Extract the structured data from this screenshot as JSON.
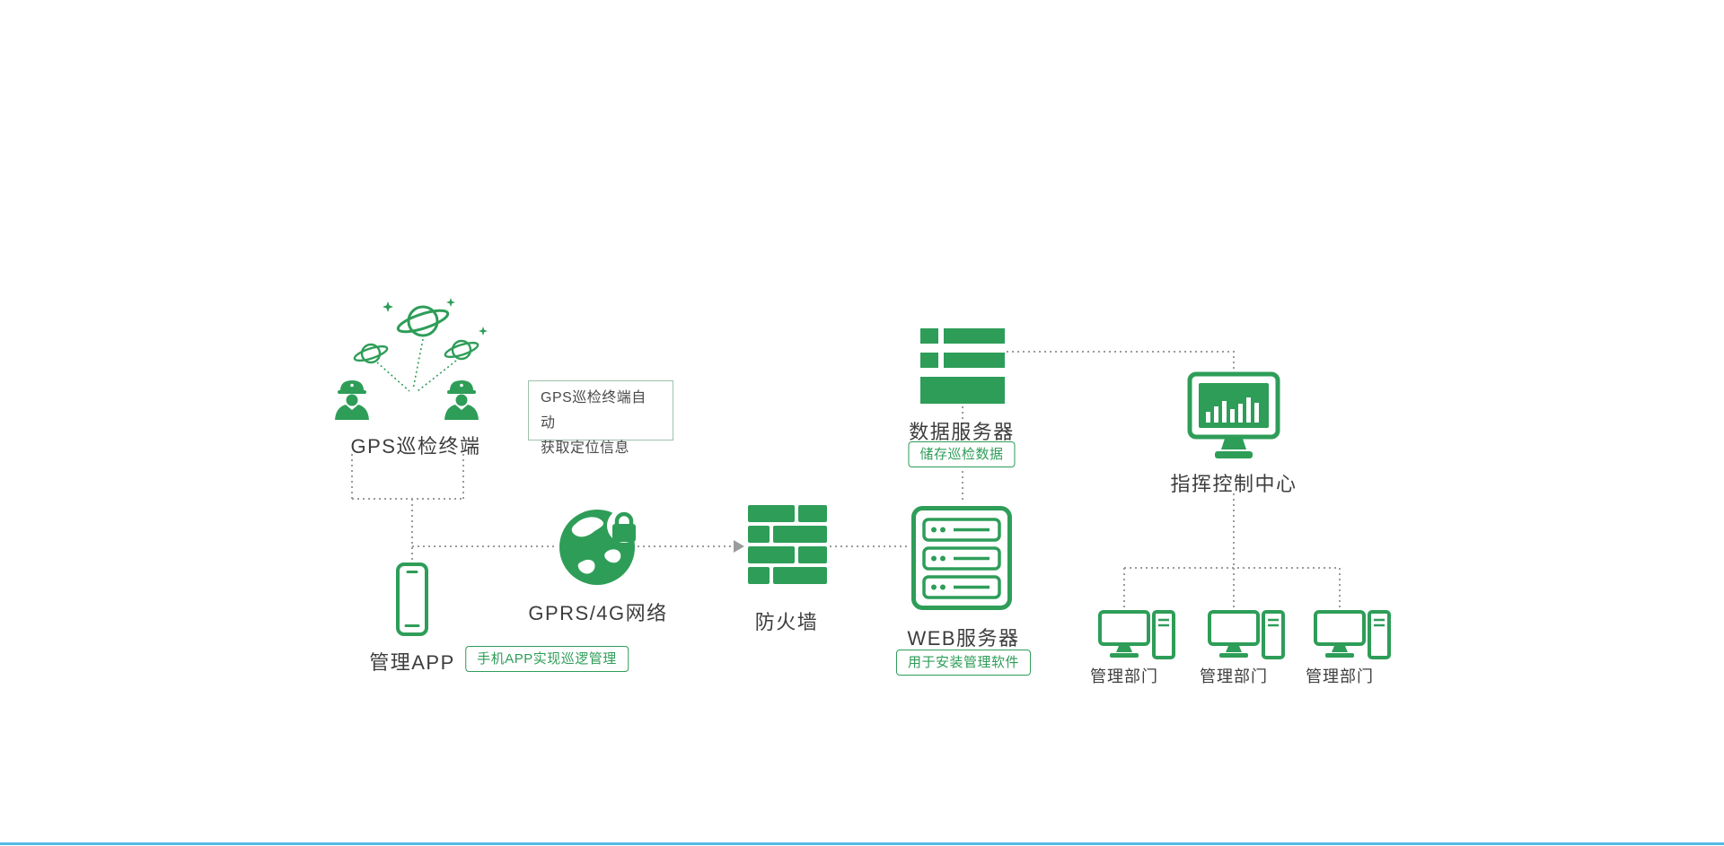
{
  "palette": {
    "accent_green": "#2e9d58",
    "connector_gray": "#9b9b9b",
    "text_dark": "#3d3d3d",
    "footer_blue": "#56bae3",
    "callout_border": "#9fc0aa"
  },
  "nodes": {
    "gps_terminal": {
      "label": "GPS巡检终端"
    },
    "callout": {
      "line1": "GPS巡检终端自动",
      "line2": "获取定位信息"
    },
    "management_app": {
      "label": "管理APP",
      "note": "手机APP实现巡逻管理"
    },
    "network": {
      "label": "GPRS/4G网络"
    },
    "firewall": {
      "label": "防火墙"
    },
    "web_server": {
      "label": "WEB服务器",
      "note": "用于安装管理软件"
    },
    "data_server": {
      "label": "数据服务器",
      "note": "储存巡检数据"
    },
    "command_center": {
      "label": "指挥控制中心"
    },
    "departments": [
      {
        "label": "管理部门"
      },
      {
        "label": "管理部门"
      },
      {
        "label": "管理部门"
      }
    ]
  }
}
